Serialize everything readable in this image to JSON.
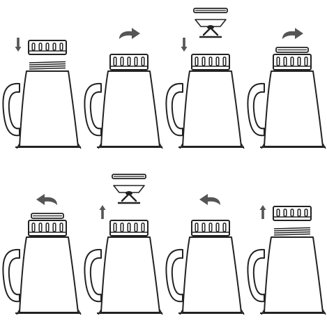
{
  "figure": {
    "title": "",
    "colors": {
      "ink": "#222222",
      "arrow": "#555555",
      "paper": "#ffffff"
    }
  },
  "steps": [
    {
      "step": 1,
      "cap": "ring-separated",
      "blade": false,
      "arrow": "down",
      "turn": "none"
    },
    {
      "step": 2,
      "cap": "ring-attached",
      "blade": false,
      "arrow": "none",
      "turn": "clockwise"
    },
    {
      "step": 3,
      "cap": "ring-attached",
      "blade": true,
      "arrow": "down",
      "turn": "none"
    },
    {
      "step": 4,
      "cap": "lid-on",
      "blade": false,
      "arrow": "none",
      "turn": "clockwise"
    },
    {
      "step": 5,
      "cap": "lid-on",
      "blade": false,
      "arrow": "none",
      "turn": "counter-clockwise"
    },
    {
      "step": 6,
      "cap": "ring-attached",
      "blade": true,
      "arrow": "up",
      "turn": "none"
    },
    {
      "step": 7,
      "cap": "ring-attached",
      "blade": false,
      "arrow": "none",
      "turn": "counter-clockwise"
    },
    {
      "step": 8,
      "cap": "ring-separated",
      "blade": false,
      "arrow": "up",
      "turn": "none"
    }
  ]
}
